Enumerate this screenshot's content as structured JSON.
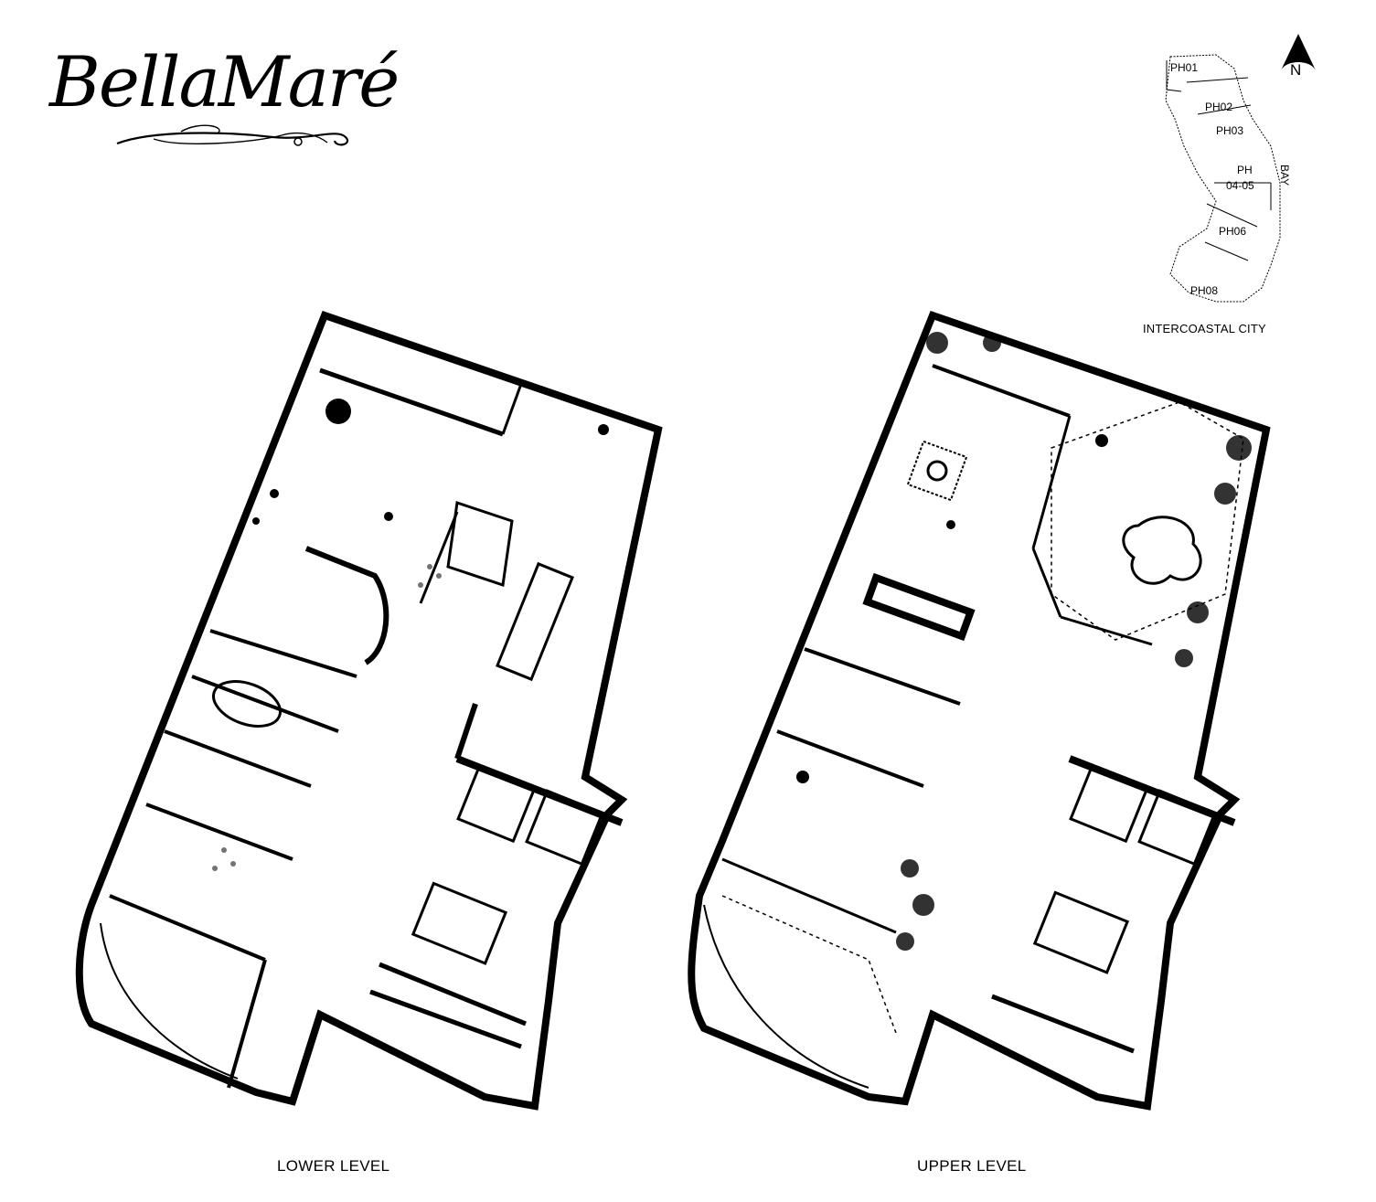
{
  "brand": {
    "logo_text": "BellaMaré"
  },
  "keyplan": {
    "units": [
      "PH01",
      "PH02",
      "PH03",
      "PH",
      "04-05",
      "PH06",
      "PH08"
    ],
    "north_label": "N",
    "east_label": "BAY",
    "south_label": "INTERCOASTAL CITY"
  },
  "plans": {
    "lower": {
      "label": "LOWER LEVEL"
    },
    "upper": {
      "label": "UPPER LEVEL"
    }
  },
  "colors": {
    "ink": "#000000",
    "background": "#ffffff"
  }
}
